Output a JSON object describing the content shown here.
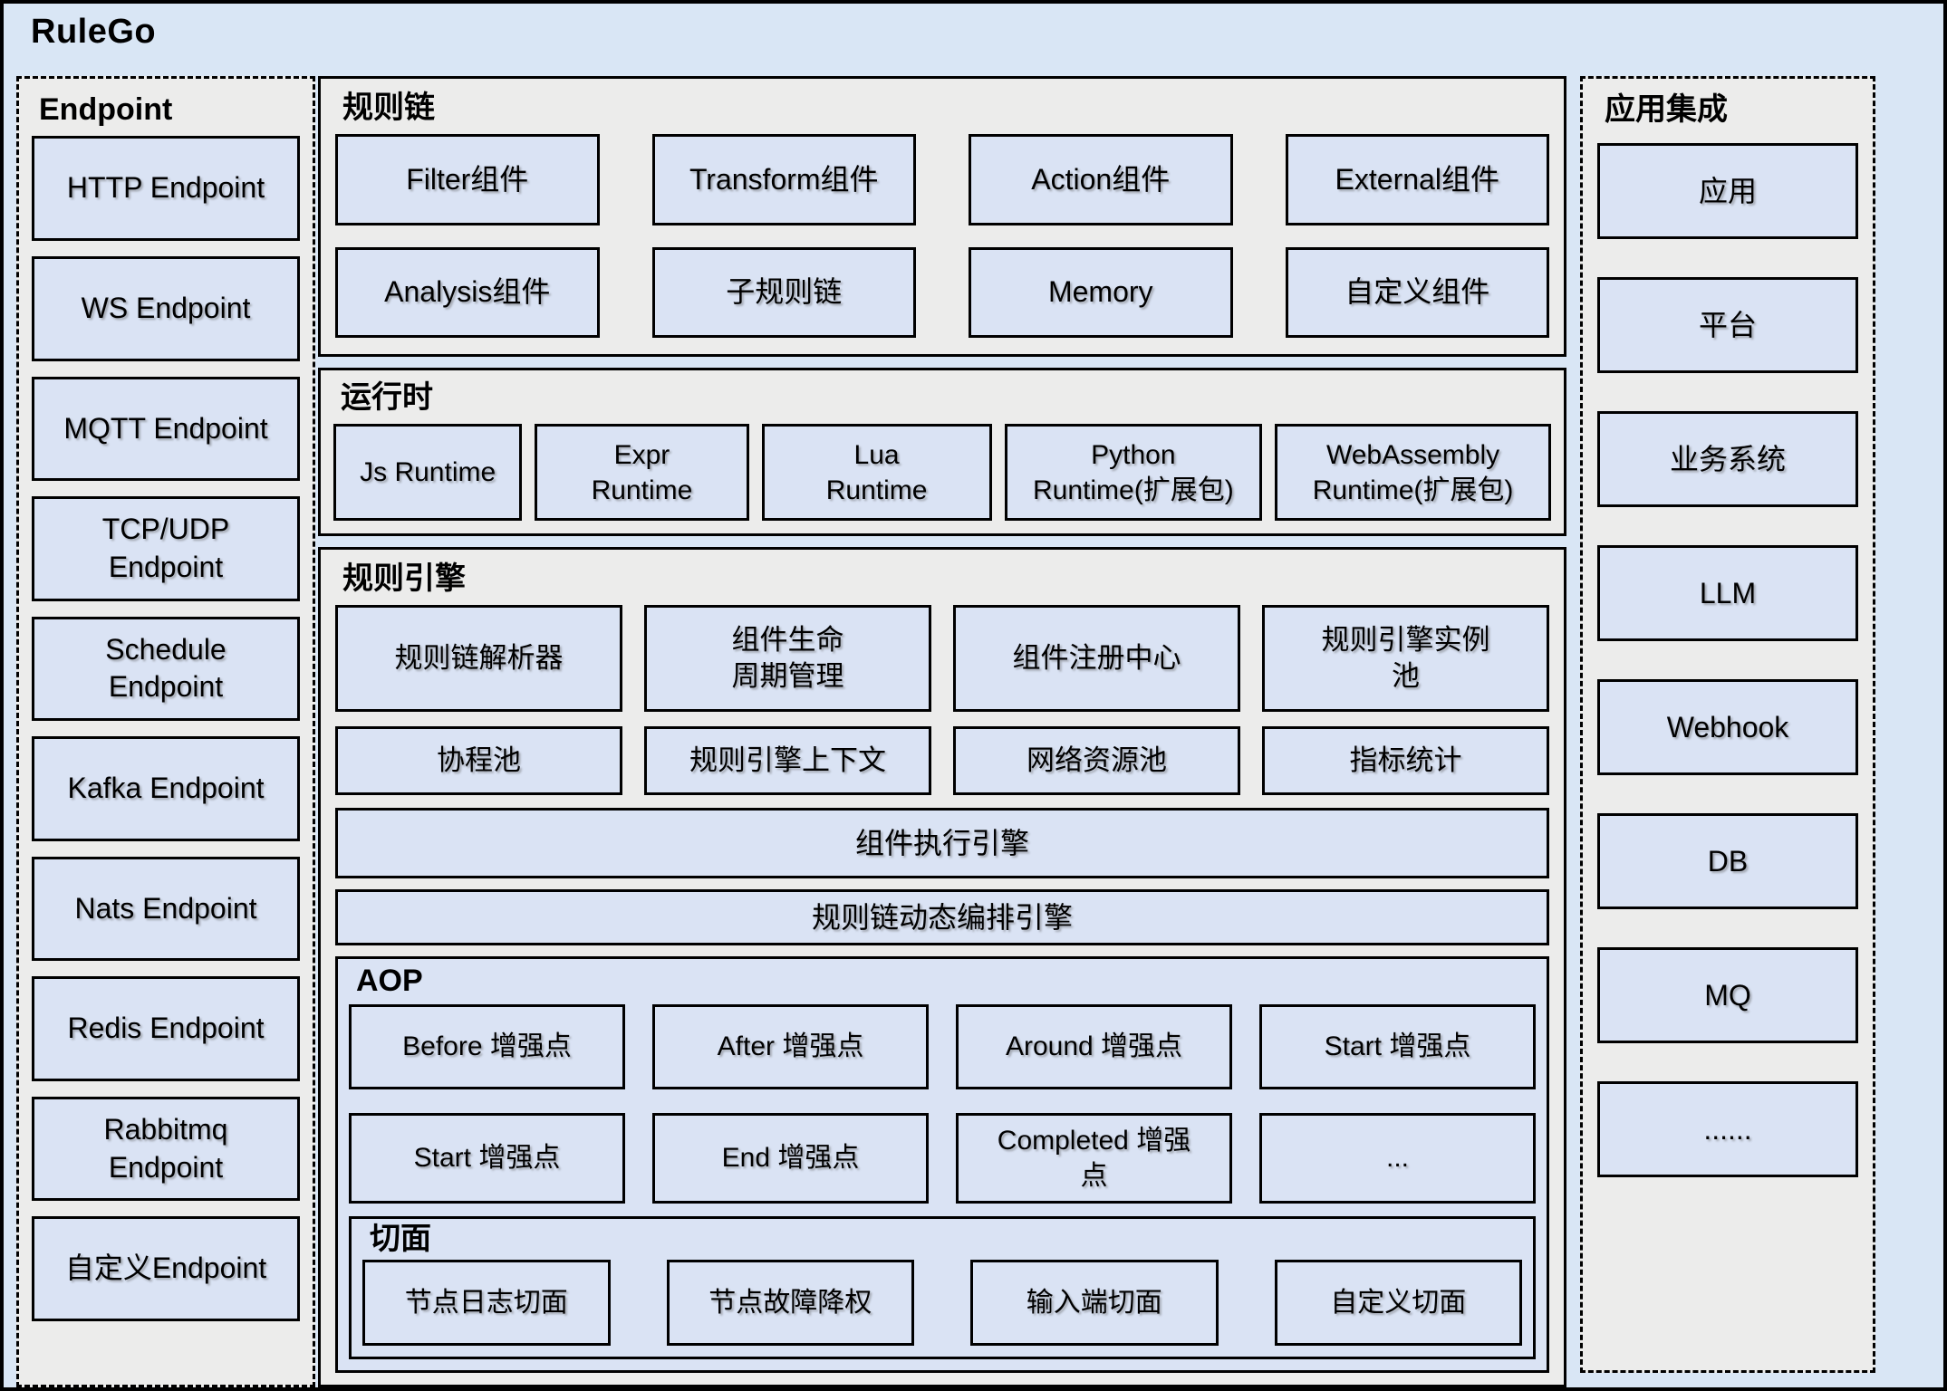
{
  "app": {
    "title": "RuleGo"
  },
  "colors": {
    "page_bg": "#d9e6f5",
    "panel_bg": "#ececeb",
    "box_bg": "#dae3f4",
    "border": "#000000"
  },
  "endpoint_panel": {
    "title": "Endpoint",
    "items": [
      "HTTP Endpoint",
      "WS Endpoint",
      "MQTT Endpoint",
      "TCP/UDP\nEndpoint",
      "Schedule\nEndpoint",
      "Kafka Endpoint",
      "Nats Endpoint",
      "Redis Endpoint",
      "Rabbitmq\nEndpoint",
      "自定义Endpoint"
    ]
  },
  "rule_chain_panel": {
    "title": "规则链",
    "items": [
      "Filter组件",
      "Transform组件",
      "Action组件",
      "External组件",
      "Analysis组件",
      "子规则链",
      "Memory",
      "自定义组件"
    ]
  },
  "runtime_panel": {
    "title": "运行时",
    "items": [
      "Js Runtime",
      "Expr\nRuntime",
      "Lua\nRuntime",
      "Python\nRuntime(扩展包)",
      "WebAssembly\nRuntime(扩展包)"
    ]
  },
  "rule_engine_panel": {
    "title": "规则引擎",
    "grid_items": [
      "规则链解析器",
      "组件生命\n周期管理",
      "组件注册中心",
      "规则引擎实例\n池",
      "协程池",
      "规则引擎上下文",
      "网络资源池",
      "指标统计"
    ],
    "full_rows": [
      "组件执行引擎",
      "规则链动态编排引擎"
    ]
  },
  "aop": {
    "title": "AOP",
    "row1": [
      "Before 增强点",
      "After 增强点",
      "Around 增强点",
      "Start 增强点"
    ],
    "row2": [
      "Start 增强点",
      "End 增强点",
      "Completed 增强\n点",
      "..."
    ]
  },
  "aspect": {
    "title": "切面",
    "items": [
      "节点日志切面",
      "节点故障降权",
      "输入端切面",
      "自定义切面"
    ]
  },
  "integration_panel": {
    "title": "应用集成",
    "items": [
      "应用",
      "平台",
      "业务系统",
      "LLM",
      "Webhook",
      "DB",
      "MQ",
      "......"
    ]
  }
}
